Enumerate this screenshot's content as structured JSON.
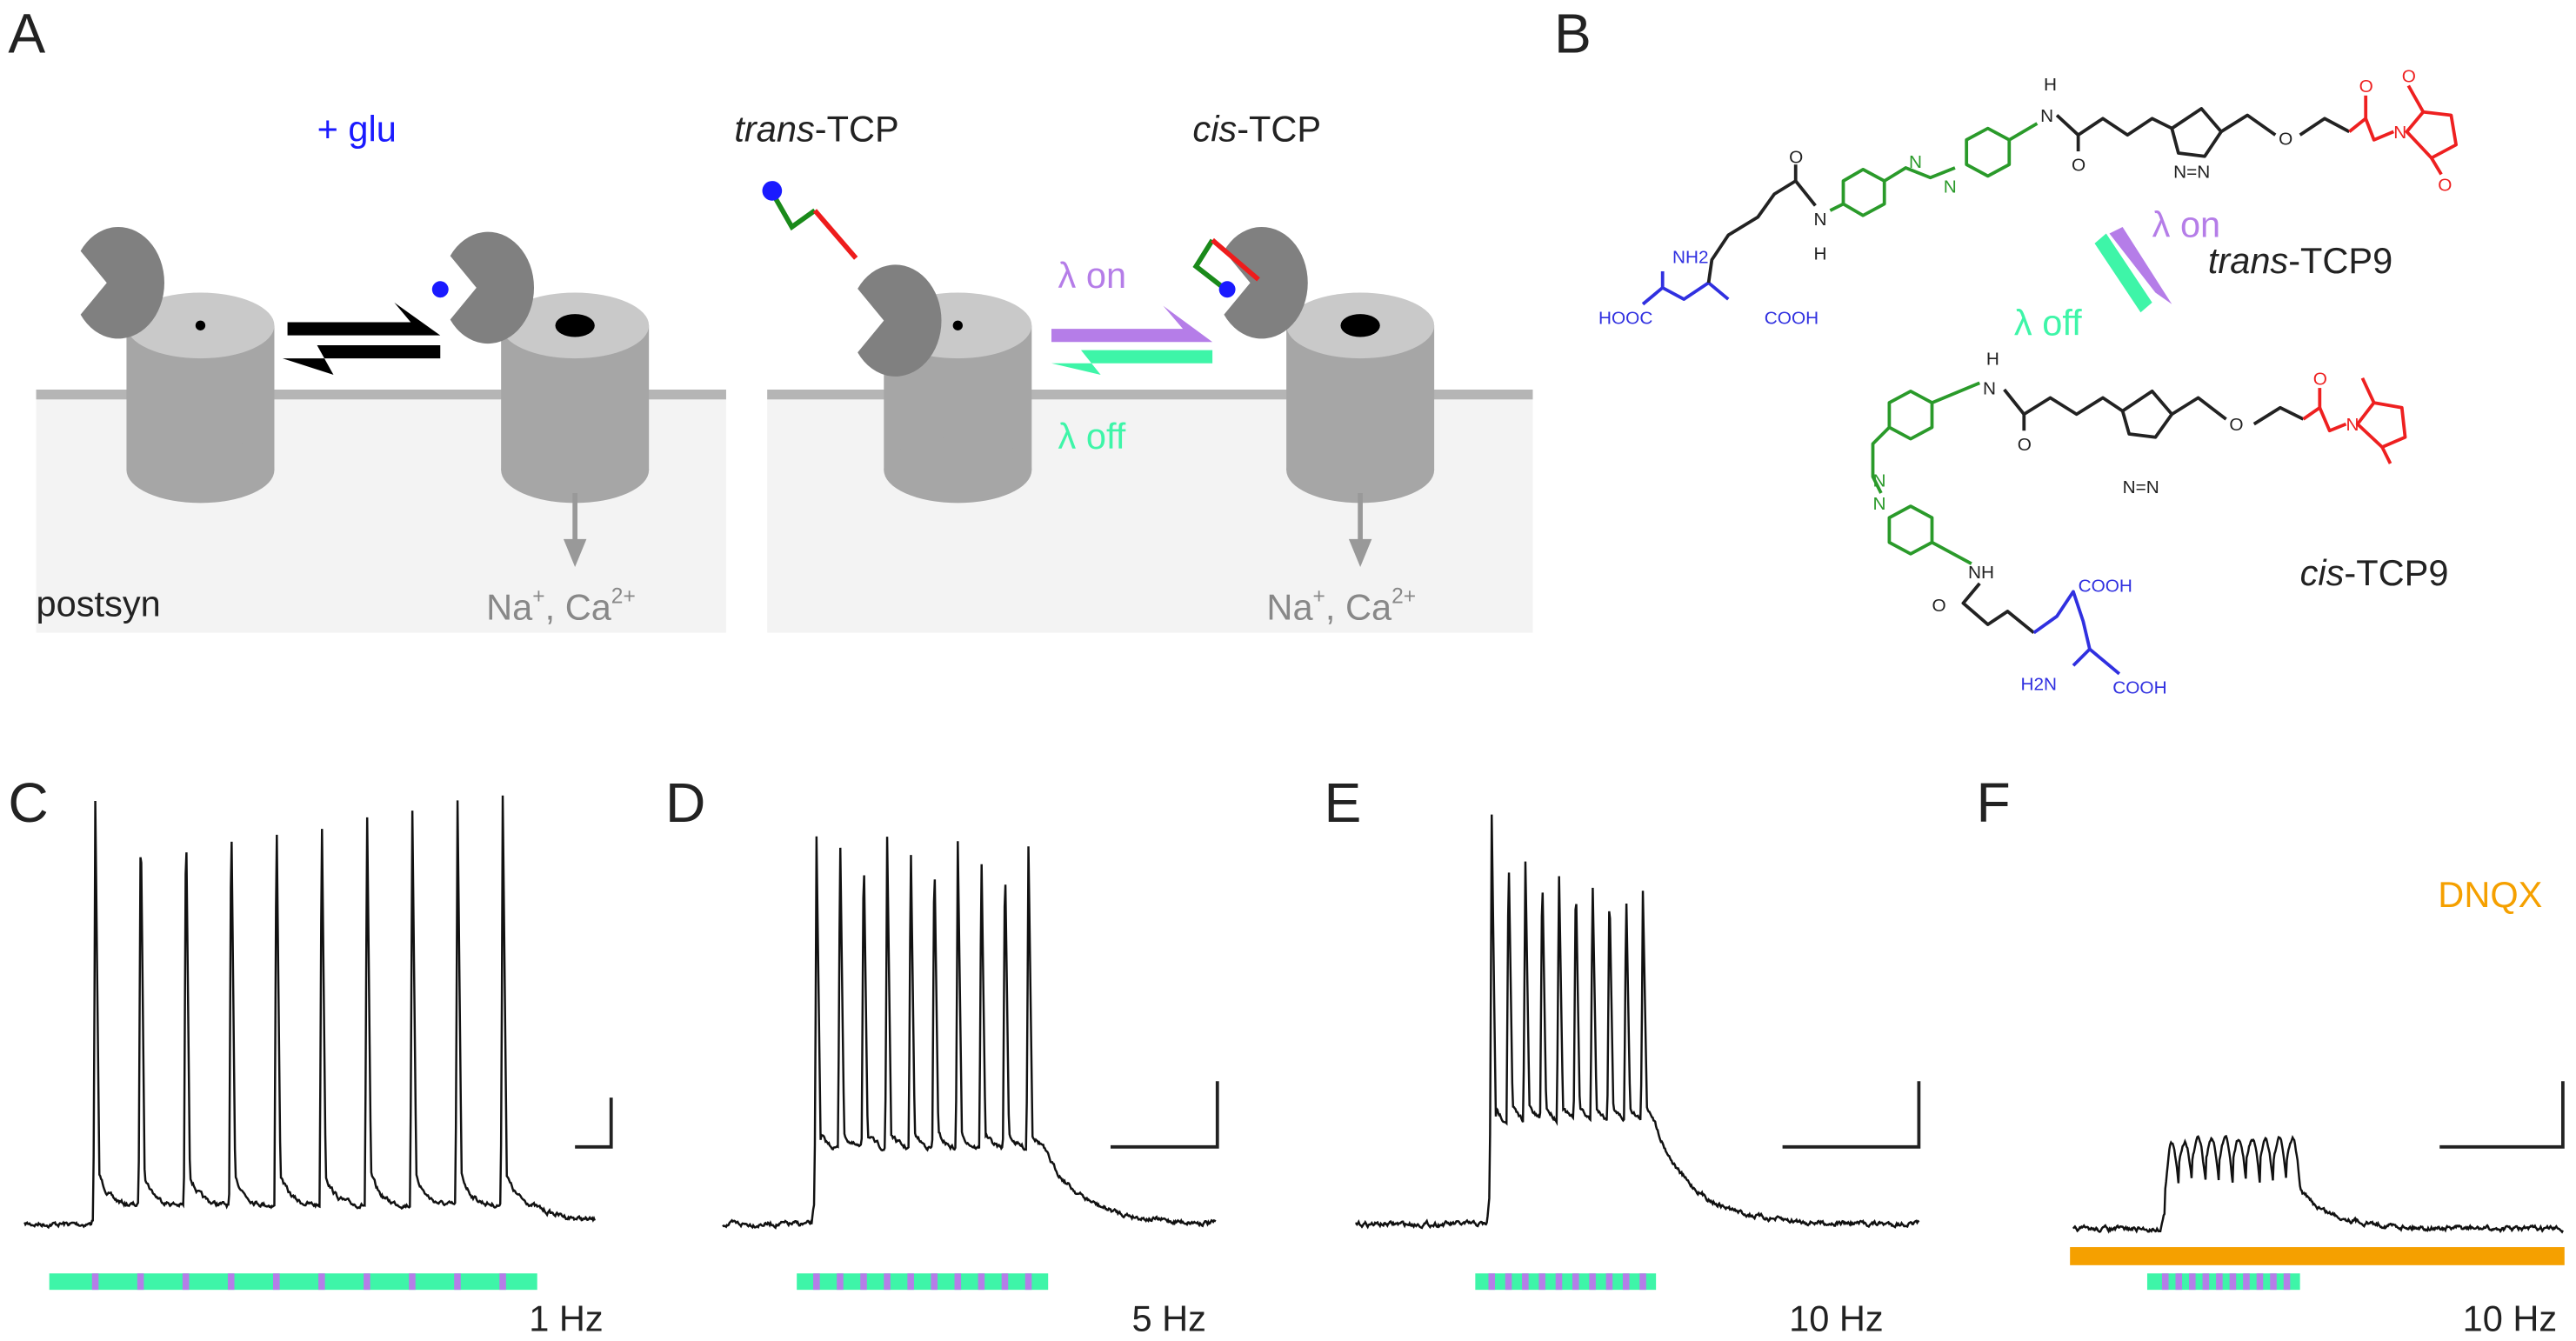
{
  "panel_labels": [
    "A",
    "B",
    "C",
    "D",
    "E",
    "F"
  ],
  "panel_a": {
    "glu_label": "+ glu",
    "trans_italic": "trans",
    "trans_rest": "-TCP",
    "cis_italic": "cis",
    "cis_rest": "-TCP",
    "light_on": "λ on",
    "light_off": "λ off",
    "postsyn": "postsyn",
    "ions_left": "Na",
    "ions_sup1": "+",
    "ions_mid": ", Ca",
    "ions_sup2": "2+"
  },
  "panel_b": {
    "light_on": "λ on",
    "light_off": "λ off",
    "trans_italic": "trans",
    "trans_rest": "-TCP9",
    "cis_italic": "cis",
    "cis_rest": "-TCP9",
    "atoms": {
      "nh2": "NH2",
      "hooc": "HOOC",
      "cooh": "COOH",
      "o": "O",
      "n": "N",
      "h": "H",
      "nh": "NH",
      "h2n": "H2N",
      "nn": "N=N"
    }
  },
  "colors": {
    "glu": "#1a1aff",
    "light_on": "#b57de8",
    "light_off": "#3ef5a8",
    "dnqx": "#f5a000",
    "trace": "#111111"
  },
  "chart_data": [
    {
      "panel": "C",
      "type": "line",
      "frequency_label": "1 Hz",
      "pulses": 10,
      "spike_peaks": [
        1,
        1,
        1,
        1,
        1,
        1,
        1,
        1,
        1,
        1
      ],
      "plateau": 0.05,
      "drug": null
    },
    {
      "panel": "D",
      "type": "line",
      "frequency_label": "5 Hz",
      "pulses": 10,
      "spike_peaks": [
        0.9,
        0.82,
        0.8,
        0.79,
        0.79,
        0.78,
        0.78,
        0.77,
        0.77,
        0.77
      ],
      "plateau": 0.2,
      "drug": null
    },
    {
      "panel": "E",
      "type": "line",
      "frequency_label": "10 Hz",
      "pulses": 10,
      "spike_peaks": [
        0.92,
        0.7,
        0.66,
        0.65,
        0.64,
        0.63,
        0.62,
        0.6,
        0.58,
        0.56
      ],
      "plateau": 0.27,
      "drug": null
    },
    {
      "panel": "F",
      "type": "line",
      "frequency_label": "10 Hz",
      "pulses": 10,
      "spike_peaks": [
        0,
        0,
        0,
        0,
        0,
        0,
        0,
        0,
        0,
        0
      ],
      "oscillation": 0.1,
      "plateau": 0.1,
      "drug": "DNQX"
    }
  ]
}
